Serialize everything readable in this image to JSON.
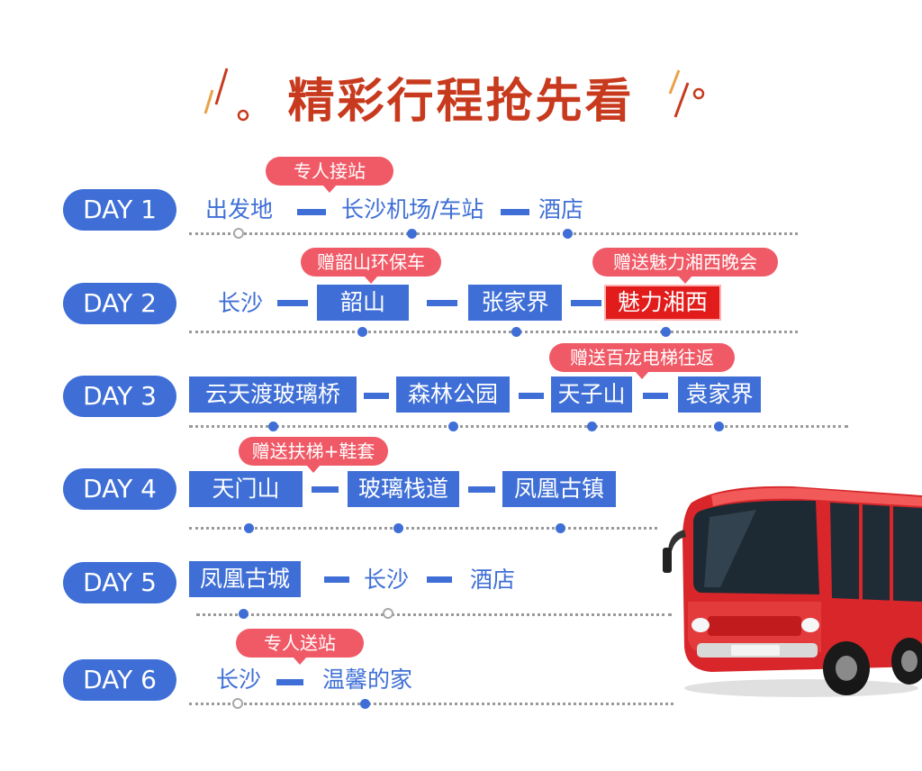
{
  "title": "精彩行程抢先看",
  "colors": {
    "title": "#c83a1e",
    "primary": "#3f6fd6",
    "tag": "#f05a67",
    "highlight": "#e21b1b"
  },
  "days": [
    {
      "label": "DAY 1",
      "stops": [
        "出发地",
        "长沙机场/车站",
        "酒店"
      ],
      "tags": [
        "专人接站"
      ]
    },
    {
      "label": "DAY 2",
      "stops": [
        "长沙",
        "韶山",
        "张家界",
        "魅力湘西"
      ],
      "tags": [
        "赠韶山环保车",
        "赠送魅力湘西晚会"
      ]
    },
    {
      "label": "DAY 3",
      "stops": [
        "云天渡玻璃桥",
        "森林公园",
        "天子山",
        "袁家界"
      ],
      "tags": [
        "赠送百龙电梯往返"
      ]
    },
    {
      "label": "DAY 4",
      "stops": [
        "天门山",
        "玻璃栈道",
        "凤凰古镇"
      ],
      "tags": [
        "赠送扶梯+鞋套"
      ]
    },
    {
      "label": "DAY 5",
      "stops": [
        "凤凰古城",
        "长沙",
        "酒店"
      ],
      "tags": []
    },
    {
      "label": "DAY 6",
      "stops": [
        "长沙",
        "温馨的家"
      ],
      "tags": [
        "专人送站"
      ]
    }
  ],
  "illustration": "bus-image"
}
